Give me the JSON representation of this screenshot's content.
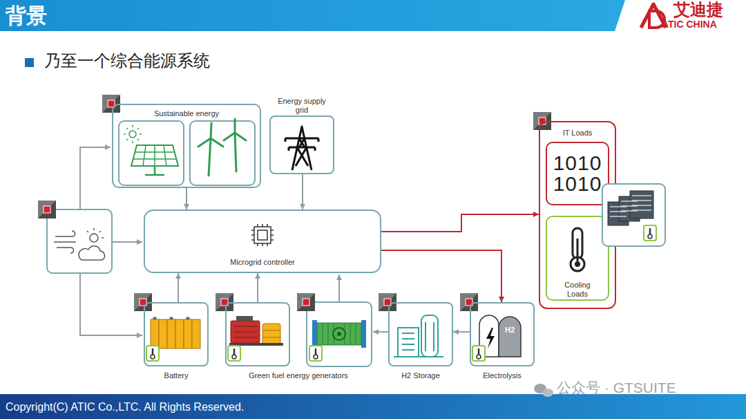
{
  "diagram": {
    "title": "背景",
    "nodes": [
      {
        "text": [
          "Sustainable energy"
        ]
      },
      {
        "text": [
          "Energy supply grid"
        ]
      },
      {
        "text": [
          "IT Loads"
        ]
      },
      {
        "text": [
          "1010 1010"
        ],
        "in": 2
      },
      {
        "text": [
          "Cooling Loads"
        ],
        "in": 2
      },
      {
        "text": [
          "Microgrid controller"
        ]
      },
      {
        "text": [
          "Battery"
        ]
      },
      {
        "text": [
          "Green fuel energy generators"
        ]
      },
      {
        "text": [
          "H2 Storage"
        ]
      },
      {
        "text": [
          "Electrolysis"
        ]
      }
    ],
    "edges": [
      {
        "from": 0,
        "to": 5,
        "arrow": "to"
      },
      {
        "from": 1,
        "to": 5,
        "arrow": "to"
      },
      {
        "from": 6,
        "to": 5,
        "arrow": "to"
      },
      {
        "from": 7,
        "to": 5,
        "arrow": "to"
      },
      {
        "from": 5,
        "to": 2,
        "arrow": "to"
      },
      {
        "from": 5,
        "to": 9,
        "arrow": "to"
      },
      {
        "from": 9,
        "to": 8,
        "arrow": "to"
      }
    ],
    "labels": [
      "乃至一个综合能源系统",
      "艾迪捷",
      "ATIC CHINA",
      "H2",
      "Copyright(C) ATIC Co.,LTC. All Rights Reserved.",
      "公众号 · GTSUITE"
    ]
  }
}
